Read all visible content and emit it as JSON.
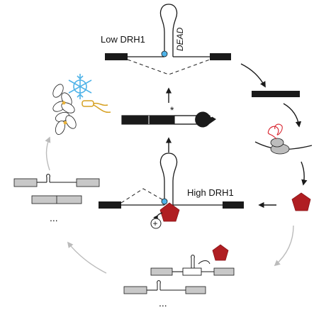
{
  "labels": {
    "low": "Low DRH1",
    "dead": "DEAD",
    "high": "High DRH1",
    "star": "*",
    "plus": "+",
    "ellipsis_left": "...",
    "ellipsis_bottom": "..."
  },
  "colors": {
    "exon": "#1a1a1a",
    "exon_gray": "#c8c8c8",
    "line": "#1a1a1a",
    "arrow_gray": "#bbbbbb",
    "protein": "#b01e22",
    "protein_stroke": "#8a1418",
    "snowflake": "#4fb3e8",
    "pathogen": "#d6a021",
    "flower_center": "#e8b23a",
    "rna_strand": "#d81f2a",
    "ribosome": "#bdbdbd",
    "dead_box_dot": "#4fb3e8"
  },
  "icons": [
    "snowflake-icon",
    "flower-icon",
    "pathogen-icon",
    "pacman-icon",
    "protein-icon",
    "ribosome-icon"
  ]
}
